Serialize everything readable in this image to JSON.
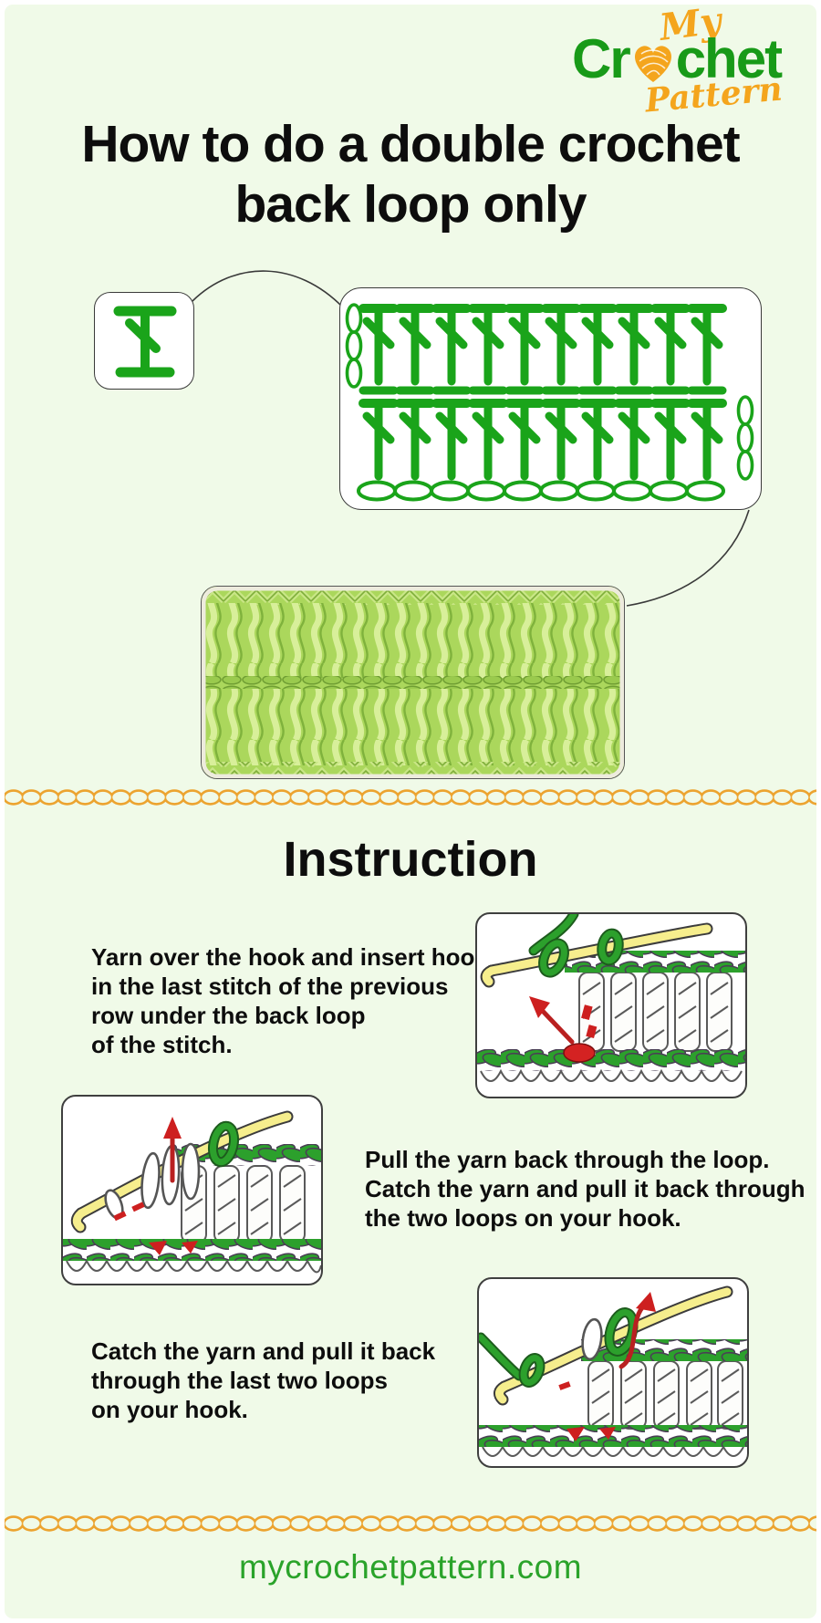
{
  "brand": {
    "my": "My",
    "crochet_part1": "Cr",
    "crochet_part2": "chet",
    "pattern": "Pattern",
    "green": "#189a18",
    "orange": "#f4a51d"
  },
  "title": {
    "line1": "How to do a double crochet",
    "line2": "back loop only"
  },
  "diagram": {
    "legend_symbol": "double-crochet-back-loop-symbol",
    "rows_of_symbols": 2,
    "stitches_per_row": 10,
    "turning_chains": 3,
    "foundation_chains": 10,
    "symbol_color": "#1aa41a"
  },
  "divider": {
    "style": "crochet-chain",
    "color": "#eca32f"
  },
  "instruction": {
    "heading": "Instruction",
    "steps": [
      {
        "lines": [
          "Yarn over the hook and insert hook",
          "in the last stitch of the previous",
          "row under the back loop",
          "of the stitch."
        ]
      },
      {
        "lines": [
          "Pull the yarn back through the loop.",
          "Catch the yarn and pull it back through",
          "the two loops on your hook."
        ]
      },
      {
        "lines": [
          "Catch the yarn and pull it back",
          "through the last two loops",
          "on your hook."
        ]
      }
    ]
  },
  "footer": {
    "site": "mycrochetpattern.com",
    "color": "#2aa32a"
  }
}
